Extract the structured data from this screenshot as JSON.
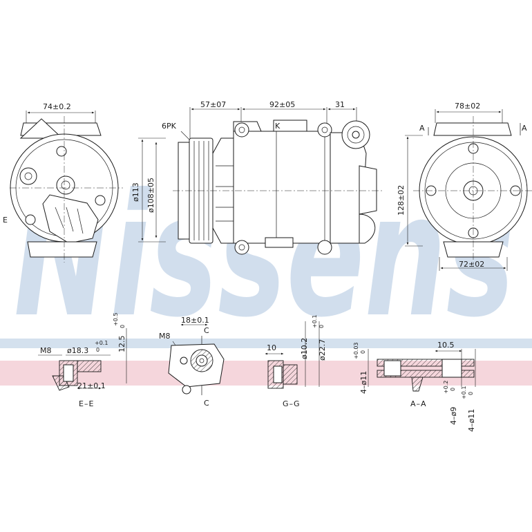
{
  "watermark": {
    "text": "Nissens"
  },
  "band_colors": {
    "blue": "#c9d9ea",
    "pink": "#f2c8d0"
  },
  "views": {
    "left": {
      "width_dim": "74±0.2",
      "section_marker": "E"
    },
    "side": {
      "dim_a": "57±07",
      "dim_b": "92±05",
      "dim_c": "31",
      "pulley": "6PK",
      "dia_outer": "ø113",
      "dia_inner": "ø108±05",
      "label_k": "K"
    },
    "right": {
      "width_top": "78±02",
      "height": "128±02",
      "width_bottom": "72±02",
      "section_left": "A",
      "section_right": "A"
    }
  },
  "sections": {
    "ee": {
      "title": "E–E",
      "thread": "M8",
      "diameter": "ø18.3",
      "diameter_tol_upper": "+0.1",
      "diameter_tol_lower": "0",
      "depth": "21±0.1",
      "height": "12.5",
      "height_tol_upper": "+0.5",
      "height_tol_lower": "0"
    },
    "cc": {
      "thread": "M8",
      "width": "18±0.1",
      "marker_top": "C",
      "marker_bottom": "C"
    },
    "gg": {
      "title": "G–G",
      "width": "10",
      "dia_a": "ø10.2",
      "dia_b": "ø22.7",
      "dia_b_tol_upper": "+0.1",
      "dia_b_tol_lower": "0"
    },
    "aa": {
      "title": "A–A",
      "width": "10.5",
      "hole_a": "4–ø11",
      "hole_a_tol_upper": "+0.03",
      "hole_a_tol_lower": "0",
      "hole_b": "4–ø9",
      "hole_b_tol_upper": "+0.2",
      "hole_b_tol_lower": "0",
      "hole_c": "4–ø11",
      "hole_c_tol_upper": "+0.1",
      "hole_c_tol_lower": "0"
    }
  }
}
